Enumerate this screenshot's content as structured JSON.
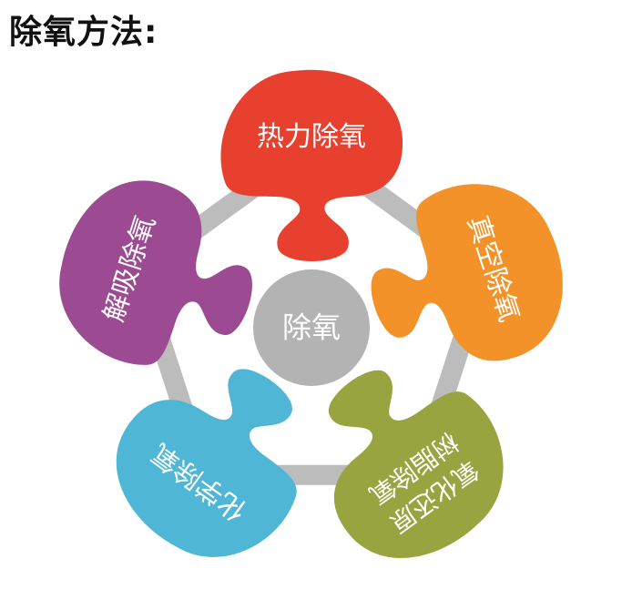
{
  "title": "除氧方法:",
  "center": {
    "label": "除氧",
    "color": "#b3b3b3"
  },
  "ring_color": "#bcbcbc",
  "pieces": [
    {
      "lines": [
        "热力除氧"
      ],
      "color": "#e8402f"
    },
    {
      "lines": [
        "真空除氧"
      ],
      "color": "#f39229"
    },
    {
      "lines": [
        "氧化还原",
        "树脂除氧"
      ],
      "color": "#97a43f"
    },
    {
      "lines": [
        "化学除氧"
      ],
      "color": "#4fb6d6"
    },
    {
      "lines": [
        "解吸除氧"
      ],
      "color": "#9c4b93"
    }
  ]
}
